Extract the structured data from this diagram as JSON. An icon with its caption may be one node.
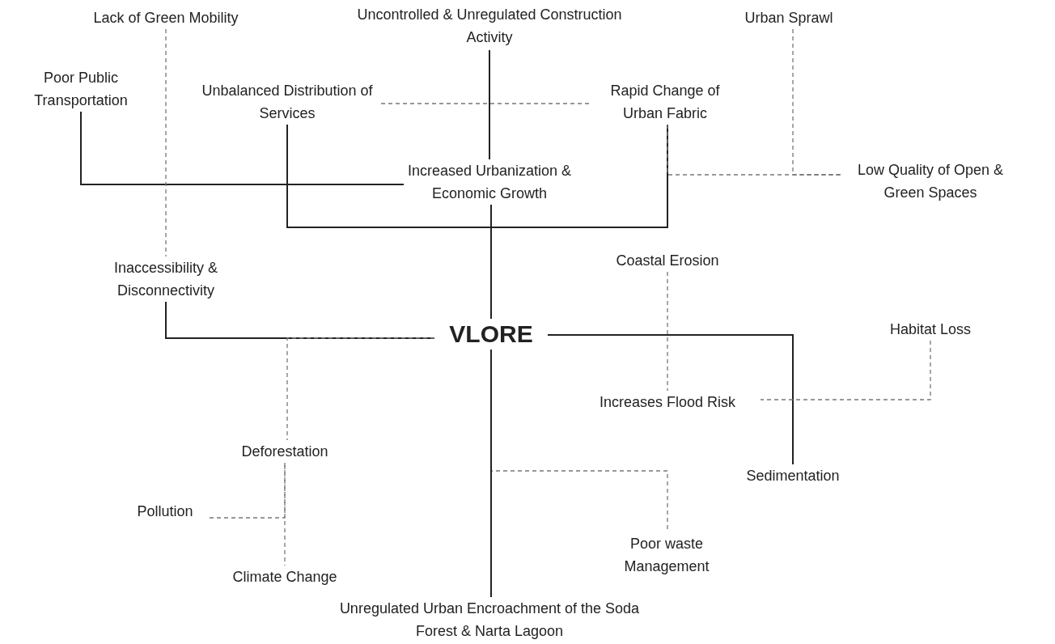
{
  "diagram": {
    "nodes": [
      {
        "text": [
          "Lack of Green Mobility"
        ]
      },
      {
        "text": [
          "Uncontrolled & Unregulated Construction Activity"
        ]
      },
      {
        "text": [
          "Urban Sprawl"
        ]
      },
      {
        "text": [
          "Poor Public Transportation"
        ]
      },
      {
        "text": [
          "Unbalanced Distribution of Services"
        ]
      },
      {
        "text": [
          "Rapid Change of Urban Fabric"
        ]
      },
      {
        "text": [
          "Increased Urbanization & Economic Growth"
        ]
      },
      {
        "text": [
          "Low Quality of Open & Green Spaces"
        ]
      },
      {
        "text": [
          "Inaccessibility & Disconnectivity"
        ]
      },
      {
        "text": [
          "Coastal Erosion"
        ]
      },
      {
        "text": [
          "VLORE"
        ]
      },
      {
        "text": [
          "Habitat Loss"
        ]
      },
      {
        "text": [
          "Increases Flood Risk"
        ]
      },
      {
        "text": [
          "Deforestation"
        ]
      },
      {
        "text": [
          "Sedimentation"
        ]
      },
      {
        "text": [
          "Pollution"
        ]
      },
      {
        "text": [
          "Poor waste Management"
        ]
      },
      {
        "text": [
          "Climate Change"
        ]
      },
      {
        "text": [
          "Unregulated Urban Encroachment of the Soda Forest & Narta Lagoon"
        ]
      }
    ],
    "edges": [
      {
        "from": 1,
        "to": 6,
        "arrow": "none"
      },
      {
        "from": 3,
        "to": 6,
        "arrow": "none"
      },
      {
        "from": 4,
        "to": 5,
        "arrow": "none"
      },
      {
        "from": 6,
        "to": 10,
        "arrow": "none"
      },
      {
        "from": 4,
        "to": 5,
        "arrow": "none",
        "style": "dashed"
      },
      {
        "from": 0,
        "to": 8,
        "arrow": "none",
        "style": "dashed"
      },
      {
        "from": 2,
        "to": 7,
        "arrow": "none",
        "style": "dashed"
      },
      {
        "from": 5,
        "to": 7,
        "arrow": "none",
        "style": "dashed"
      },
      {
        "from": 8,
        "to": 10,
        "arrow": "none"
      },
      {
        "from": 10,
        "to": 14,
        "arrow": "none"
      },
      {
        "from": 9,
        "to": 12,
        "arrow": "none",
        "style": "dashed"
      },
      {
        "from": 11,
        "to": 12,
        "arrow": "none",
        "style": "dashed"
      },
      {
        "from": 18,
        "to": 16,
        "arrow": "none",
        "style": "dashed"
      },
      {
        "from": 10,
        "to": 13,
        "arrow": "none",
        "style": "dashed"
      },
      {
        "from": 13,
        "to": 17,
        "arrow": "none",
        "style": "dashed"
      },
      {
        "from": 15,
        "to": 13,
        "arrow": "none",
        "style": "dashed"
      },
      {
        "from": 10,
        "to": 18,
        "arrow": "none"
      }
    ]
  }
}
